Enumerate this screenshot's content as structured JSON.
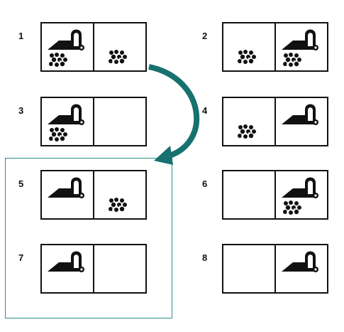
{
  "colors": {
    "arrow": "#16716f",
    "highlight": "#2a8f8a",
    "ink": "#111111"
  },
  "icons": {
    "vacuum": "vacuum-cleaner-icon",
    "dirt": "dirt-pile-icon"
  },
  "states": [
    {
      "label": "1",
      "left": {
        "vacuum": true,
        "dirt": true
      },
      "right": {
        "vacuum": false,
        "dirt": true
      }
    },
    {
      "label": "2",
      "left": {
        "vacuum": false,
        "dirt": true
      },
      "right": {
        "vacuum": true,
        "dirt": true
      }
    },
    {
      "label": "3",
      "left": {
        "vacuum": true,
        "dirt": true
      },
      "right": {
        "vacuum": false,
        "dirt": false
      }
    },
    {
      "label": "4",
      "left": {
        "vacuum": false,
        "dirt": true
      },
      "right": {
        "vacuum": true,
        "dirt": false
      }
    },
    {
      "label": "5",
      "left": {
        "vacuum": true,
        "dirt": false
      },
      "right": {
        "vacuum": false,
        "dirt": true
      }
    },
    {
      "label": "6",
      "left": {
        "vacuum": false,
        "dirt": false
      },
      "right": {
        "vacuum": true,
        "dirt": true
      }
    },
    {
      "label": "7",
      "left": {
        "vacuum": true,
        "dirt": false
      },
      "right": {
        "vacuum": false,
        "dirt": false
      }
    },
    {
      "label": "8",
      "left": {
        "vacuum": false,
        "dirt": false
      },
      "right": {
        "vacuum": true,
        "dirt": false
      }
    }
  ],
  "transition": {
    "from": "1",
    "to": "5"
  }
}
